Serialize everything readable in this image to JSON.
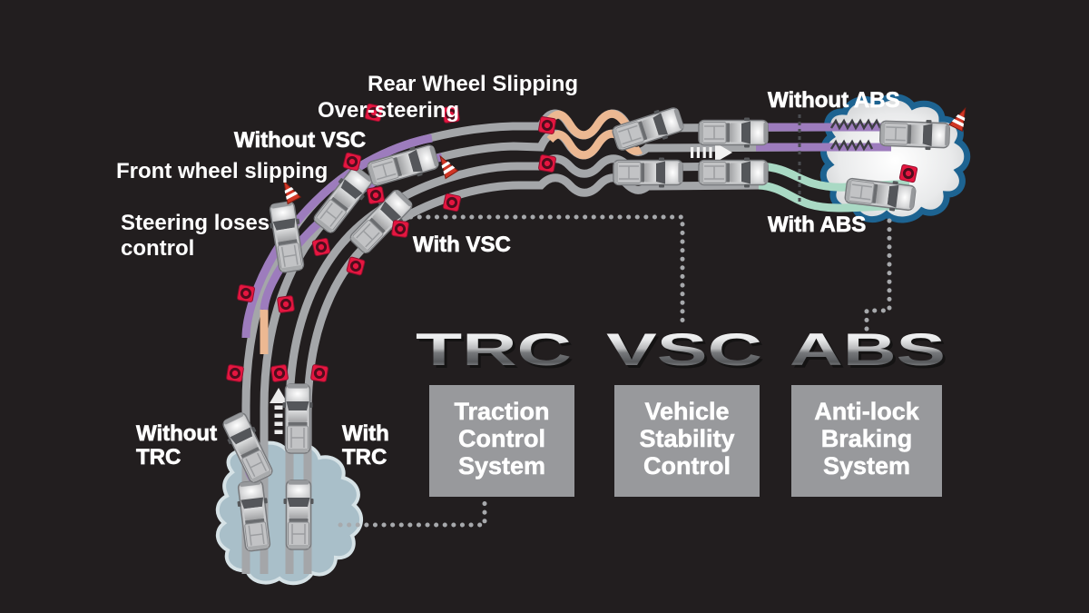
{
  "title": {
    "words": [
      "TRC",
      "VSC",
      "ABS"
    ]
  },
  "labels": {
    "rear_wheel_slipping": "Rear Wheel Slipping",
    "over_steering": "Over-steering",
    "without_vsc": "Without VSC",
    "front_wheel_slipping": "Front wheel slipping",
    "steering_loses_line1": "Steering loses",
    "steering_loses_line2": "control",
    "with_vsc": "With VSC",
    "without_abs": "Without ABS",
    "with_abs": "With ABS",
    "without_trc_line1": "Without",
    "without_trc_line2": "TRC",
    "with_trc_line1": "With",
    "with_trc_line2": "TRC"
  },
  "boxes": [
    {
      "line1": "Traction",
      "line2": "Control",
      "line3": "System"
    },
    {
      "line1": "Vehicle",
      "line2": "Stability",
      "line3": "Control"
    },
    {
      "line1": "Anti-lock",
      "line2": "Braking",
      "line3": "System"
    }
  ],
  "colors": {
    "background": "#221e1f",
    "road_gray": "#a4a6a9",
    "skid_purple": "#9d7cbd",
    "skid_tan": "#ecb892",
    "abs_teal": "#a9d9c4",
    "marker_red": "#e51640",
    "ice_patch_border": "#1d6391",
    "puddle_blue": "#a9bfc9",
    "box_gray": "#98999c",
    "label_white": "#ffffff"
  },
  "icons": {
    "marker": "road-marker-icon",
    "cone": "traffic-cone-icon",
    "car": "pickup-truck-top-view-icon",
    "arrow_up": "dashed-arrow-up-icon",
    "arrow_right": "dashed-arrow-right-icon"
  }
}
